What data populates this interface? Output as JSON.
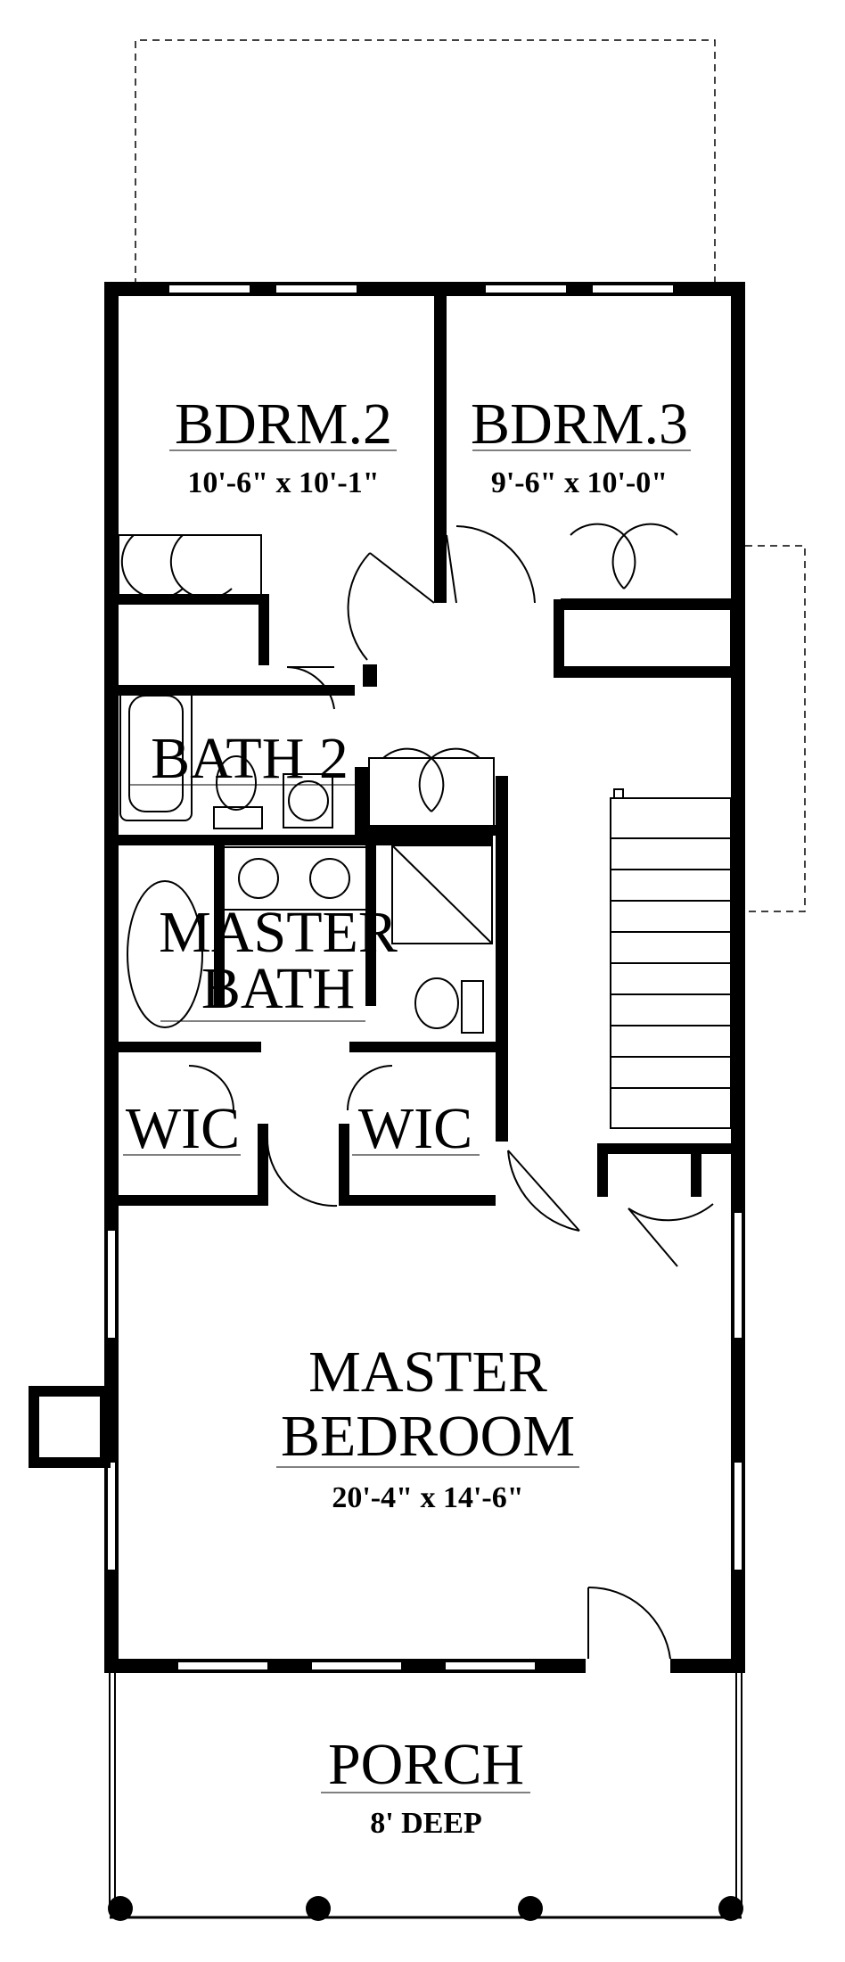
{
  "rooms": {
    "bdrm2": {
      "name": "BDRM.2",
      "dims": "10'-6\" x 10'-1\""
    },
    "bdrm3": {
      "name": "BDRM.3",
      "dims": "9'-6\" x 10'-0\""
    },
    "bath2": {
      "name": "BATH 2"
    },
    "master_bath": {
      "name_line1": "MASTER",
      "name_line2": "BATH"
    },
    "wic_left": {
      "name": "WIC"
    },
    "wic_right": {
      "name": "WIC"
    },
    "master_bedroom": {
      "name_line1": "MASTER",
      "name_line2": "BEDROOM",
      "dims": "20'-4\" x 14'-6\""
    },
    "porch": {
      "name": "PORCH",
      "dims": "8' DEEP"
    }
  },
  "colors": {
    "wall": "#000000",
    "background": "#ffffff"
  }
}
